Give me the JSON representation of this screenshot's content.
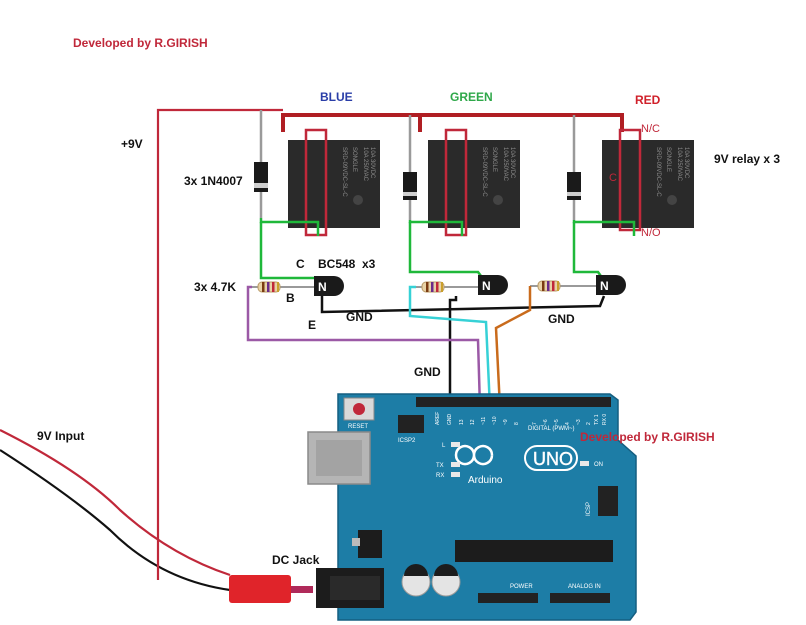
{
  "credit": "Developed by R.GIRISH",
  "credit_overlay": "Developed by R.GIRISH",
  "colors": {
    "credit": "#c0283a",
    "rail_9v": "#b01e23",
    "blue_label": "#2a3ea8",
    "green_label": "#2fa84a",
    "red_label": "#d0202a",
    "arduino_board": "#1d7da6",
    "relay_body": "#2a2a2a",
    "wire_green": "#1fb83a",
    "wire_purple": "#9b59a6",
    "wire_cyan": "#36d1d6",
    "wire_orange": "#c96b1c",
    "wire_black": "#111111",
    "wire_grey": "#9a9a9a",
    "plug_red": "#e0242a",
    "plug_pin": "#b02a5a"
  },
  "channels": {
    "blue": "BLUE",
    "green": "GREEN",
    "red": "RED"
  },
  "rail_label": "+9V",
  "diode_label": "3x 1N4007",
  "relay_label": "9V relay x 3",
  "relay_nc": "N/C",
  "relay_no": "N/O",
  "relay_c": "C",
  "resistor_label": "3x 4.7K",
  "transistor_label": "BC548",
  "transistor_count": "x3",
  "pin_c": "C",
  "pin_b": "B",
  "pin_e": "E",
  "gnd_labels": [
    "GND",
    "GND",
    "GND"
  ],
  "input_label": "9V Input",
  "dc_jack_label": "DC Jack",
  "transistor_mark": "N",
  "relay_print": [
    "SONGLE",
    "SRD-09VDC-SL-C",
    "10A 250VAC",
    "10A 30VDC"
  ],
  "arduino": {
    "logo": "UNO",
    "brand": "Arduino",
    "reset": "RESET",
    "icsp_left": "ICSP2",
    "icsp_right": "ICSP",
    "aref": "AREF",
    "gnd": "GND",
    "digital": "DIGITAL (PWM~)",
    "power": "POWER",
    "analog": "ANALOG IN",
    "on": "ON",
    "tx": "TX",
    "rx": "RX",
    "l": "L",
    "pin_labels": [
      "13",
      "12",
      "~11",
      "~10",
      "~9",
      "8",
      "7",
      "~6",
      "~5",
      "4",
      "~3",
      "2",
      "TX 1",
      "RX 0"
    ]
  }
}
